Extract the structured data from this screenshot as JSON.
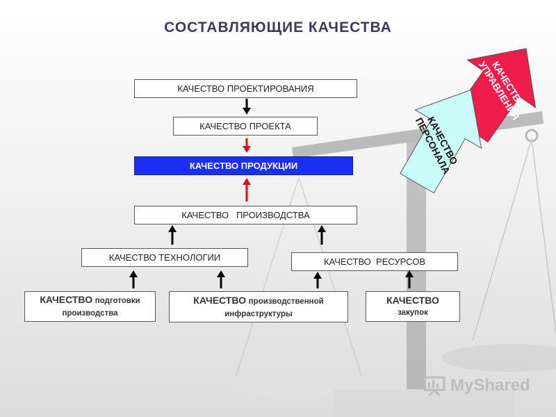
{
  "title": "СОСТАВЛЯЮЩИЕ КАЧЕСТВА",
  "boxes": {
    "design": "КАЧЕСТВО ПРОЕКТИРОВАНИЯ",
    "project": "КАЧЕСТВО ПРОЕКТА",
    "product": "КАЧЕСТВО ПРОДУКЦИИ",
    "production": "КАЧЕСТВО   ПРОИЗВОДСТВА",
    "technology": "КАЧЕСТВО ТЕХНОЛОГИИ",
    "resources": "КАЧЕСТВО  РЕСУРСОВ",
    "prep_main": "КАЧЕСТВО",
    "prep_sub1": "подготовки",
    "prep_sub2": "производства",
    "infra_main": "КАЧЕСТВО",
    "infra_sub1": "производственной",
    "infra_sub2": "инфраструктуры",
    "purchase_main": "КАЧЕСТВО",
    "purchase_sub": "закупок"
  },
  "arrows": {
    "management_line1": "КАЧЕСТВО",
    "management_line2": "УПРАВЛЕНИЯ",
    "personnel_line1": "КАЧЕСТВО",
    "personnel_line2": "ПЕРСОНАЛА"
  },
  "colors": {
    "product_box": "#1a2ff5",
    "management_arrow": "#ee1d4c",
    "personnel_arrow": "#c9fbf9",
    "red_arrow": "#d81414"
  },
  "watermark": "MyShared"
}
